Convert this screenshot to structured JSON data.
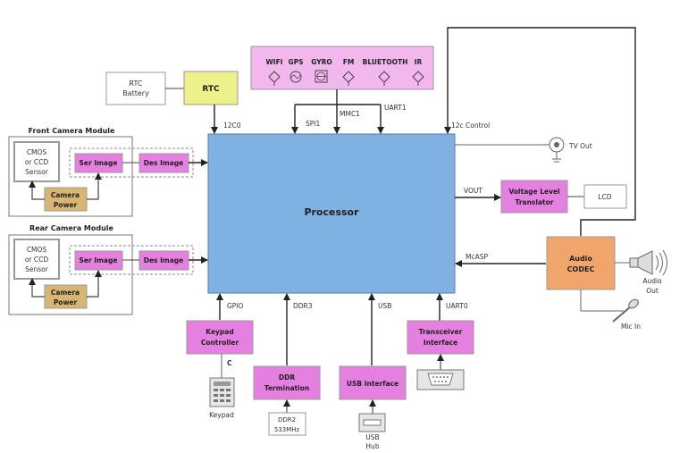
{
  "processor": "Processor",
  "rtc": {
    "label": "RTC",
    "battery_l1": "RTC",
    "battery_l2": "Battery",
    "bus": "12C0"
  },
  "wireless": {
    "items": [
      {
        "label": "WIFI",
        "icon": "antenna-icon"
      },
      {
        "label": "GPS",
        "icon": "gps-icon"
      },
      {
        "label": "GYRO",
        "icon": "gyro-icon"
      },
      {
        "label": "FM",
        "icon": "antenna-icon"
      },
      {
        "label": "BLUETOOTH",
        "icon": "antenna-icon"
      },
      {
        "label": "IR",
        "icon": "antenna-icon"
      }
    ],
    "bus_spi": "SPI1",
    "bus_mmc": "MMC1",
    "bus_uart": "UART1"
  },
  "front_camera": {
    "title": "Front Camera Module",
    "sensor_l1": "CMOS",
    "sensor_l2": "or CCD",
    "sensor_l3": "Sensor",
    "power_l1": "Camera",
    "power_l2": "Power",
    "ser": "Ser Image",
    "des": "Des Image"
  },
  "rear_camera": {
    "title": "Rear Camera Module",
    "sensor_l1": "CMOS",
    "sensor_l2": "or CCD",
    "sensor_l3": "Sensor",
    "power_l1": "Camera",
    "power_l2": "Power",
    "ser": "Ser Image",
    "des": "Des Image"
  },
  "i2c_control": "12c Control",
  "tv_out": "TV Out",
  "vout": "VOUT",
  "voltage_translator": {
    "l1": "Voltage Level",
    "l2": "Translator"
  },
  "lcd": "LCD",
  "mcasp": "McASP",
  "audio_codec": {
    "l1": "Audio",
    "l2": "CODEC"
  },
  "audio_out": {
    "l1": "Audio",
    "l2": "Out"
  },
  "mic_in": "Mic In",
  "keypad_controller": {
    "l1": "Keypad",
    "l2": "Controller",
    "bus": "GPIO",
    "link": "C"
  },
  "keypad": "Keypad",
  "ddr": {
    "l1": "DDR",
    "l2": "Termination",
    "bus": "DDR3",
    "mem_l1": "DDR2",
    "mem_l2": "533MHz"
  },
  "usb": {
    "label": "USB Interface",
    "bus": "USB",
    "hub_l1": "USB",
    "hub_l2": "Hub"
  },
  "transceiver": {
    "l1": "Transceiver",
    "l2": "Interface",
    "bus": "UART0"
  },
  "colors": {
    "processor": "#7fb1e3",
    "pink": "#e57fe0",
    "light_pink": "#f2b8ee",
    "yellow": "#eef08a",
    "tan": "#d9b572",
    "orange": "#f0a66a"
  }
}
